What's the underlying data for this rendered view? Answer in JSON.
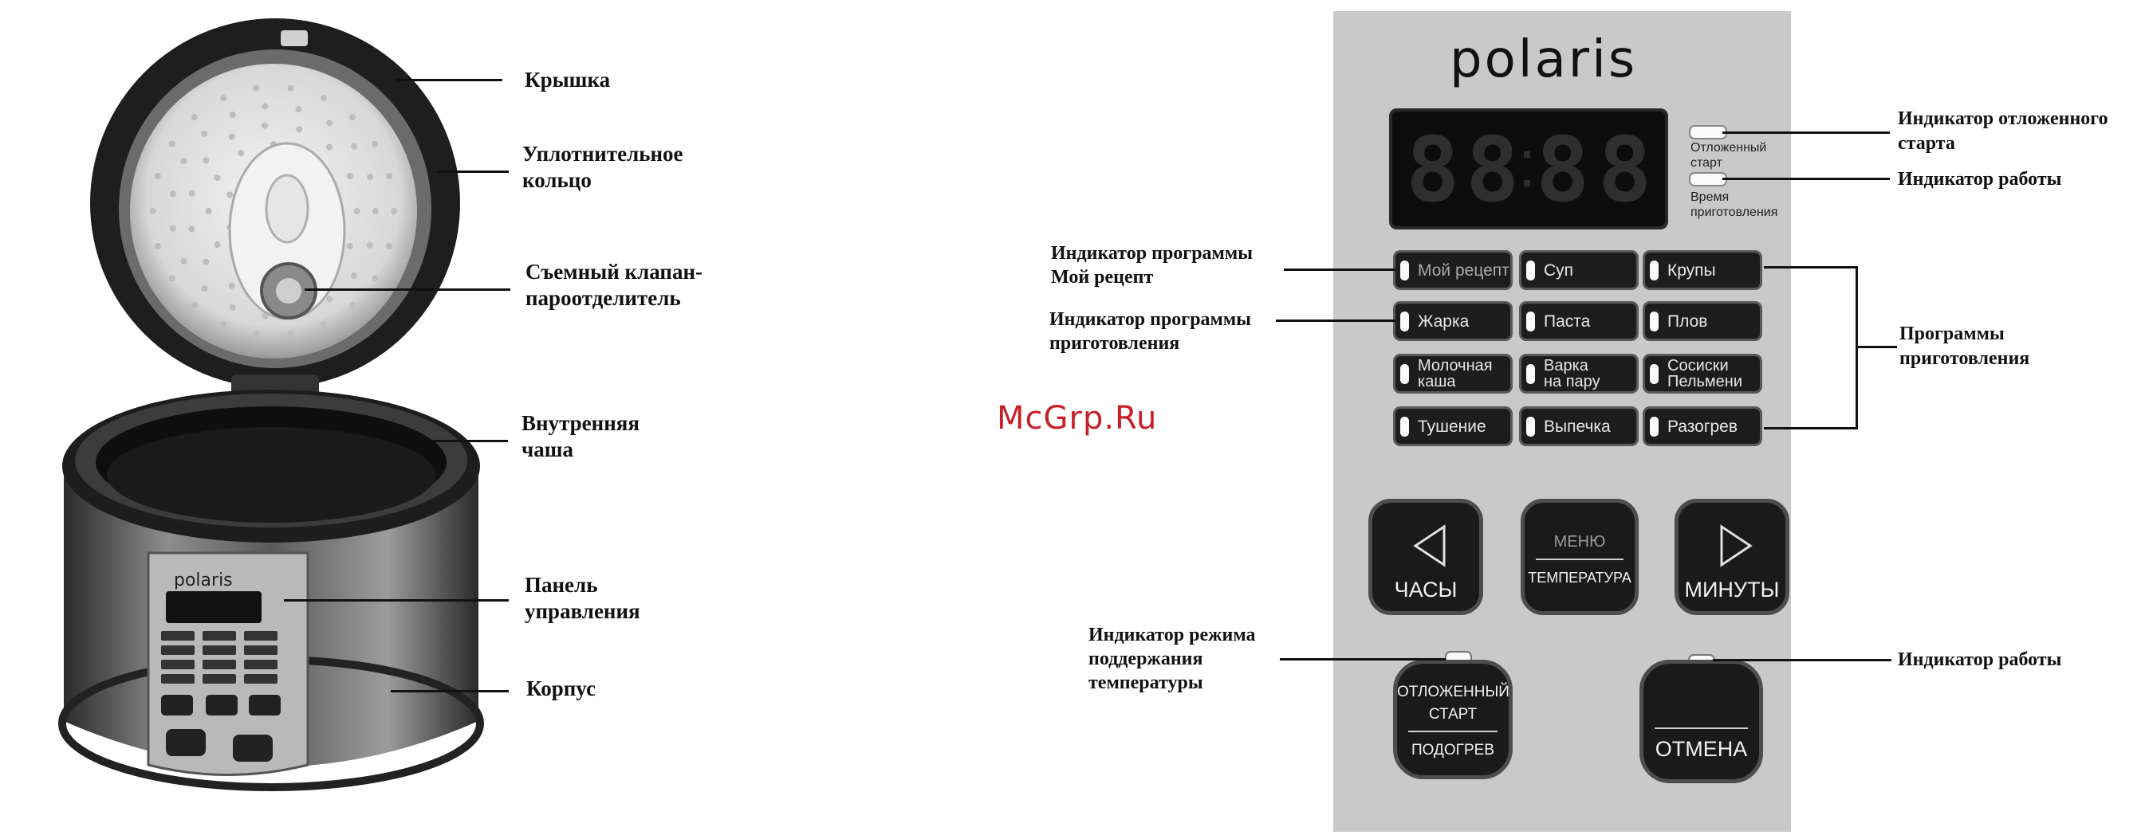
{
  "left_callouts": {
    "lid": "Крышка",
    "seal": "Уплотнительное\nкольцо",
    "valve": "Съемный клапан-\nпароотделитель",
    "bowl": "Внутренняя\nчаша",
    "panel": "Панель\nуправления",
    "body": "Корпус"
  },
  "appliance": {
    "brand": "polaris"
  },
  "watermark": "McGrp.Ru",
  "control_panel": {
    "brand": "polaris",
    "display_digits": [
      "8",
      "8",
      "8",
      "8"
    ],
    "indicators": {
      "delayed_start": "Отложенный\nстарт",
      "cook_time": "Время\nприготовления"
    },
    "programs": [
      [
        "Мой рецепт",
        "Суп",
        "Крупы"
      ],
      [
        "Жарка",
        "Паста",
        "Плов"
      ],
      [
        "Молочная\nкаша",
        "Варка\nна пару",
        "Сосиски\nПельмени"
      ],
      [
        "Тушение",
        "Выпечка",
        "Разогрев"
      ]
    ],
    "buttons": {
      "hours": "ЧАСЫ",
      "menu": "МЕНЮ",
      "temperature": "ТЕМПЕРАТУРА",
      "minutes": "МИНУТЫ",
      "delayed_start": "ОТЛОЖЕННЫЙ\nСТАРТ",
      "heating": "ПОДОГРЕВ",
      "cancel": "ОТМЕНА"
    }
  },
  "right_callouts": {
    "delayed_start_indicator": "Индикатор отложенного\nстарта",
    "work_indicator_top": "Индикатор работы",
    "my_recipe_indicator": "Индикатор программы\nМой рецепт",
    "program_indicator": "Индикатор программы\nприготовления",
    "programs": "Программы\nприготовления",
    "keep_warm_indicator": "Индикатор режима\nподдержания\nтемпературы",
    "work_indicator_bottom": "Индикатор работы"
  }
}
